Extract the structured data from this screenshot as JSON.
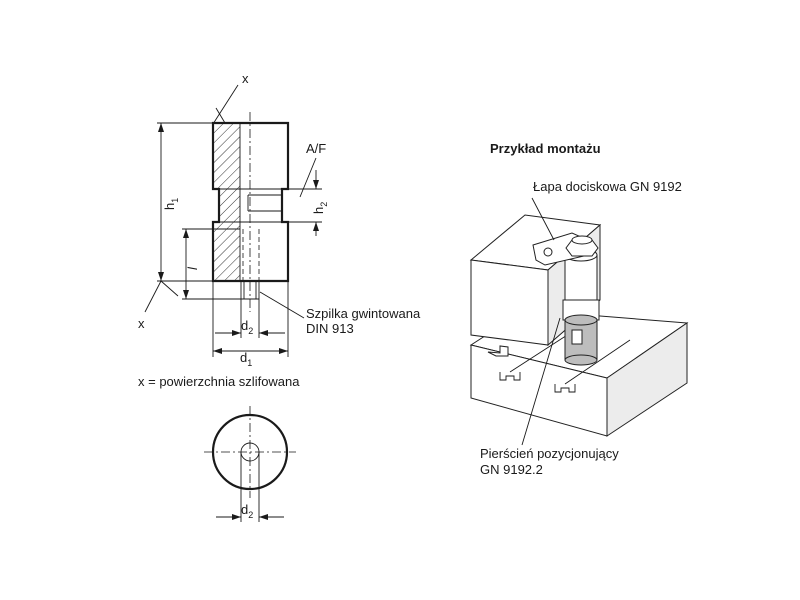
{
  "section_view": {
    "label_x_top": "x",
    "label_x_bottom": "x",
    "label_af": "A/F",
    "label_h1_base": "h",
    "label_h1_sub": "1",
    "label_h2_base": "h",
    "label_h2_sub": "2",
    "label_l": "l",
    "label_d1_base": "d",
    "label_d1_sub": "1",
    "label_d2_base": "d",
    "label_d2_sub": "2",
    "screw_label_line1": "Szpilka gwintowana",
    "screw_label_line2": "DIN 913"
  },
  "legend": {
    "ground_surface": "x = powierzchnia szlifowana"
  },
  "top_view": {
    "label_d2_base": "d",
    "label_d2_sub": "2"
  },
  "mounting_example": {
    "title": "Przykład montażu",
    "clamp_label": "Łapa dociskowa GN 9192",
    "ring_label_line1": "Pierścień pozycjonujący",
    "ring_label_line2": "GN 9192.2"
  },
  "colors": {
    "line": "#1a1a1a",
    "ring_fill": "#bdbdbd",
    "background": "#ffffff"
  }
}
